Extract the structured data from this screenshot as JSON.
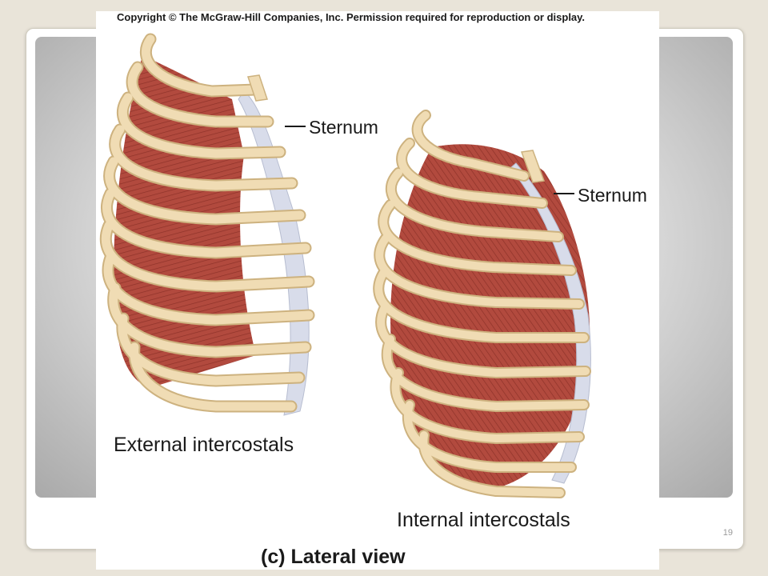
{
  "figure": {
    "copyright": "Copyright © The McGraw-Hill Companies, Inc. Permission required for reproduction or display.",
    "sternum_label_left": "Sternum",
    "sternum_label_right": "Sternum",
    "external_label": "External intercostals",
    "internal_label": "Internal intercostals",
    "caption": "(c) Lateral view",
    "colors": {
      "bone": "#f0dcb4",
      "bone_edge": "#cdb27f",
      "muscle": "#b24a3e",
      "muscle_dark": "#8e3229",
      "cartilage": "#d3d8e6"
    }
  },
  "slide": {
    "page_number": "19"
  }
}
